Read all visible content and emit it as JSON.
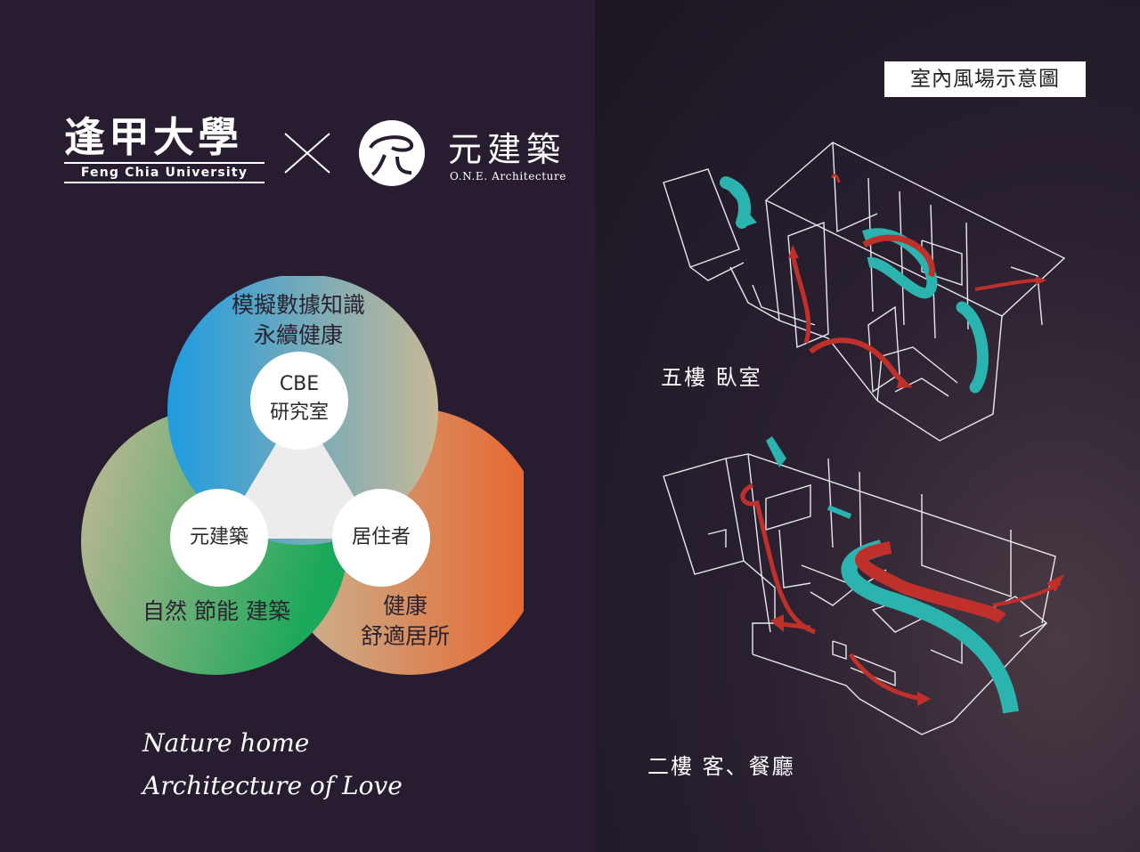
{
  "logos": {
    "fcu_cn": "逢甲大學",
    "fcu_en": "Feng Chia University",
    "one_cn": "元建築",
    "one_en": "O.N.E. Architecture"
  },
  "venn": {
    "top_text": [
      "模擬數據知識",
      "永續健康"
    ],
    "left_text": "自然  節能  建築",
    "right_text": [
      "健康",
      "舒適居所"
    ],
    "nodes": {
      "top": [
        "CBE",
        "研究室"
      ],
      "left": "元建築",
      "right": "居住者"
    },
    "colors": {
      "blue": "#1e9ce0",
      "green": "#1aa85a",
      "orange": "#e8622a",
      "beige": "#c7b897"
    }
  },
  "slogan": [
    "Nature home",
    "Architecture  of Love"
  ],
  "right": {
    "title": "室內風場示意圖",
    "floor1_label": "五樓  臥室",
    "floor2_label": "二樓  客、餐廳",
    "colors": {
      "cool_air": "#2bb3b0",
      "warm_air": "#c0302a"
    }
  }
}
